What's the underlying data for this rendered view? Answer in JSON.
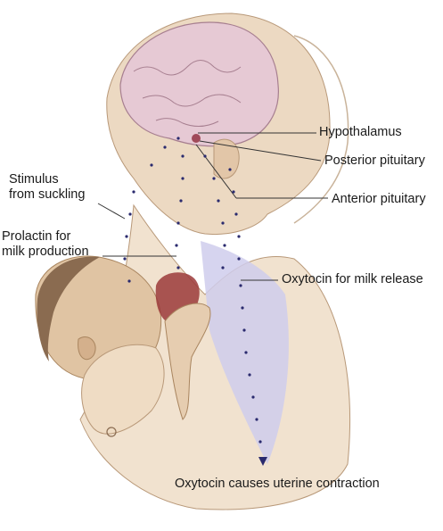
{
  "labels": {
    "hypothalamus": "Hypothalamus",
    "posterior_pituitary": "Posterior pituitary",
    "anterior_pituitary": "Anterior pituitary",
    "stimulus": "Stimulus\nfrom suckling",
    "prolactin": "Prolactin for\nmilk production",
    "oxytocin_release": "Oxytocin for milk release",
    "oxytocin_uterine": "Oxytocin causes uterine contraction"
  },
  "colors": {
    "dot": "#2a2a6e",
    "line": "#333333",
    "skin": "#e9d3b8",
    "skin_shadow": "#c9a886",
    "brain": "#d8b8c6",
    "hair": "#8a6b50",
    "breast_tissue": "#9b3a3a",
    "clothing_shadow": "#c8c6e8"
  }
}
